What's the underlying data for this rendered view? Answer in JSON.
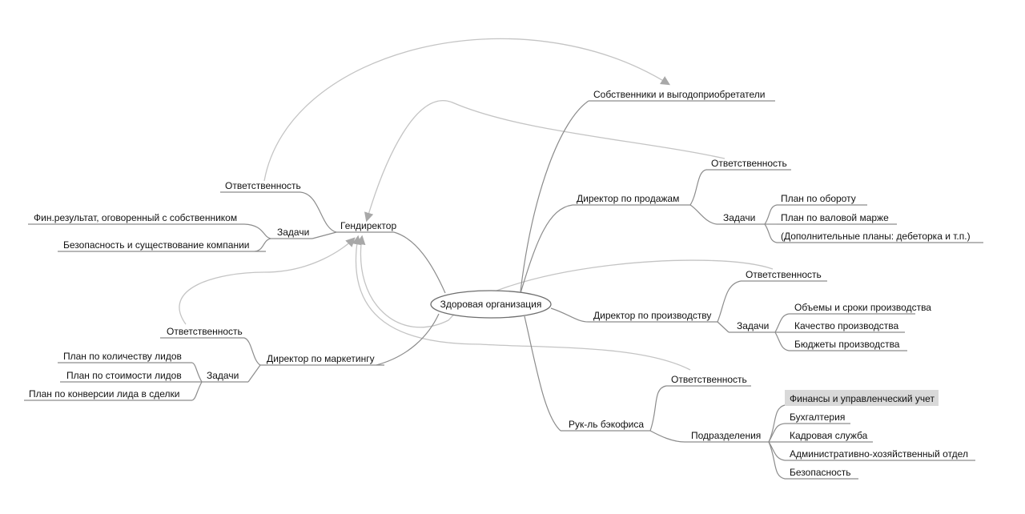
{
  "mindmap": {
    "center": "Здоровая организация",
    "owners": "Собственники и выгодоприобретатели",
    "ceo": {
      "title": "Гендиректор",
      "responsibility": "Ответственность",
      "tasks_label": "Задачи",
      "tasks": [
        "Фин.результат, оговоренный с собственником",
        "Безопасность и существование компании"
      ]
    },
    "sales": {
      "title": "Директор по продажам",
      "responsibility": "Ответственность",
      "tasks_label": "Задачи",
      "tasks": [
        "План по обороту",
        "План по валовой марже",
        "(Дополнительные планы: дебеторка и т.п.)"
      ]
    },
    "production": {
      "title": "Директор по производству",
      "responsibility": "Ответственность",
      "tasks_label": "Задачи",
      "tasks": [
        "Объемы и сроки производства",
        "Качество производства",
        "Бюджеты производства"
      ]
    },
    "marketing": {
      "title": "Директор по маркетингу",
      "responsibility": "Ответственность",
      "tasks_label": "Задачи",
      "tasks": [
        "План по количеству лидов",
        "План по стоимости лидов",
        "План по конверсии лида в сделки"
      ]
    },
    "backoffice": {
      "title": "Рук-ль бэкофиса",
      "responsibility": "Ответственность",
      "units_label": "Подразделения",
      "units": [
        "Финансы и управленческий учет",
        "Бухгалтерия",
        "Кадровая служба",
        "Административно-хозяйственный отдел",
        "Безопасность"
      ]
    }
  },
  "colors": {
    "line": "#8c8c8c",
    "relationship": "#c4c4c4",
    "highlight": "#d9d9d9"
  }
}
